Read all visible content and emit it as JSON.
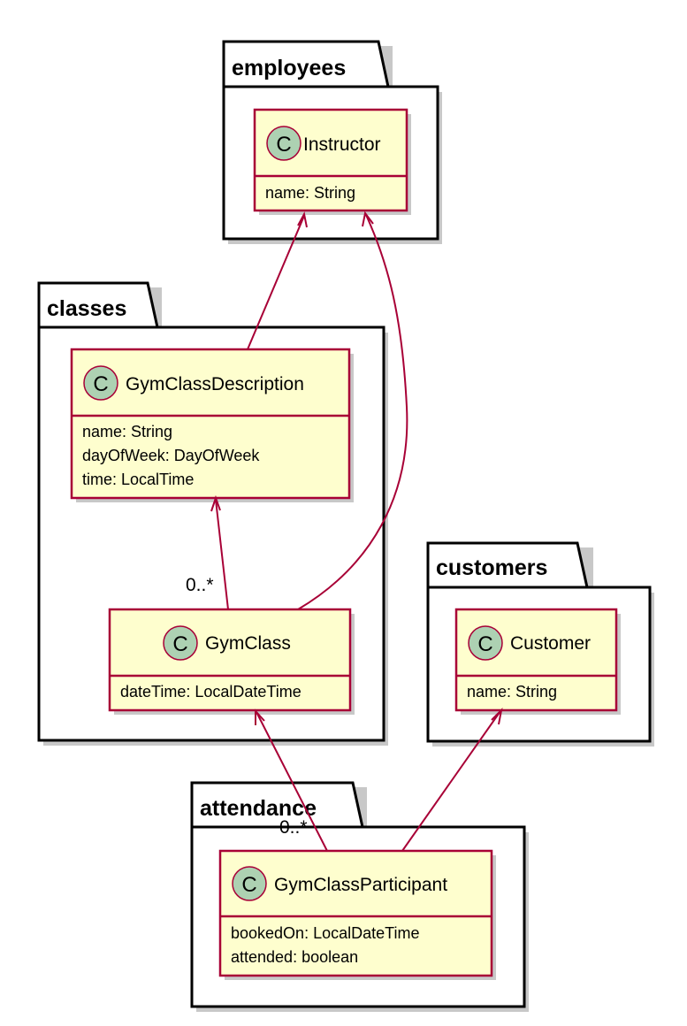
{
  "packages": {
    "employees": "employees",
    "classes": "classes",
    "customers": "customers",
    "attendance": "attendance"
  },
  "classes": {
    "instructor": {
      "name": "Instructor",
      "attributes": [
        "name: String"
      ]
    },
    "gym_class_description": {
      "name": "GymClassDescription",
      "attributes": [
        "name: String",
        "dayOfWeek: DayOfWeek",
        "time: LocalTime"
      ]
    },
    "gym_class": {
      "name": "GymClass",
      "attributes": [
        "dateTime: LocalDateTime"
      ]
    },
    "customer": {
      "name": "Customer",
      "attributes": [
        "name: String"
      ]
    },
    "gym_class_participant": {
      "name": "GymClassParticipant",
      "attributes": [
        "bookedOn: LocalDateTime",
        "attended: boolean"
      ]
    }
  },
  "class_icon_letter": "C",
  "multiplicities": {
    "gymclass_to_description": "0..*",
    "participant_to_gymclass": "0..*"
  },
  "colors": {
    "class_fill": "#FEFECE",
    "class_border": "#A80036",
    "icon_fill": "#ADD1B2",
    "edge": "#A80036"
  }
}
